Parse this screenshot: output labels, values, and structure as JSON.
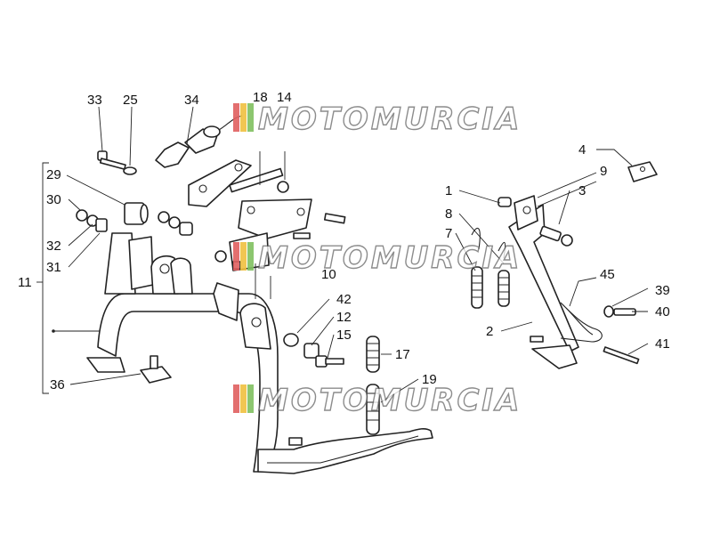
{
  "callouts": [
    {
      "id": "c33",
      "text": "33"
    },
    {
      "id": "c25",
      "text": "25"
    },
    {
      "id": "c34",
      "text": "34"
    },
    {
      "id": "c18",
      "text": "18"
    },
    {
      "id": "c14",
      "text": "14"
    },
    {
      "id": "c29",
      "text": "29"
    },
    {
      "id": "c30",
      "text": "30"
    },
    {
      "id": "c32",
      "text": "32"
    },
    {
      "id": "c31",
      "text": "31"
    },
    {
      "id": "c11",
      "text": "11"
    },
    {
      "id": "c36",
      "text": "36"
    },
    {
      "id": "c10",
      "text": "10"
    },
    {
      "id": "c42",
      "text": "42"
    },
    {
      "id": "c12",
      "text": "12"
    },
    {
      "id": "c15",
      "text": "15"
    },
    {
      "id": "c17",
      "text": "17"
    },
    {
      "id": "c19",
      "text": "19"
    },
    {
      "id": "c4",
      "text": "4"
    },
    {
      "id": "c9",
      "text": "9"
    },
    {
      "id": "c1",
      "text": "1"
    },
    {
      "id": "c3",
      "text": "3"
    },
    {
      "id": "c8",
      "text": "8"
    },
    {
      "id": "c7",
      "text": "7"
    },
    {
      "id": "c45",
      "text": "45"
    },
    {
      "id": "c39",
      "text": "39"
    },
    {
      "id": "c40",
      "text": "40"
    },
    {
      "id": "c2",
      "text": "2"
    },
    {
      "id": "c41",
      "text": "41"
    }
  ],
  "watermark": {
    "text": "MOTOMURCIA",
    "stripe_colors": [
      "#e06060",
      "#f0c040",
      "#80c060"
    ]
  }
}
